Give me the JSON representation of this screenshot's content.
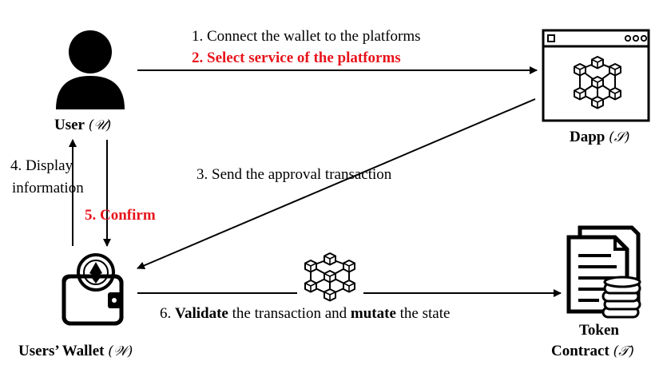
{
  "nodes": {
    "user": {
      "name": "User",
      "symbol": "(𝒰)"
    },
    "dapp": {
      "name": "Dapp",
      "symbol": "(𝒮)"
    },
    "wallet": {
      "name": "Users’ Wallet",
      "symbol": "(𝒲)"
    },
    "token": {
      "name_line1": "Token",
      "name_line2": "Contract",
      "symbol": "(𝒯)"
    }
  },
  "steps": {
    "step1": "1. Connect the wallet to the platforms",
    "step2": "2. Select service of the platforms",
    "step3": "3. Send the approval transaction",
    "step4_line1": "4. Display",
    "step4_line2": "information",
    "step5": "5. Confirm",
    "step6_prefix": "6.",
    "step6_bold1": "Validate",
    "step6_mid": "the transaction and",
    "step6_bold2": "mutate",
    "step6_suffix": "the state"
  },
  "colors": {
    "highlight": "#e8141b",
    "line": "#000000"
  }
}
